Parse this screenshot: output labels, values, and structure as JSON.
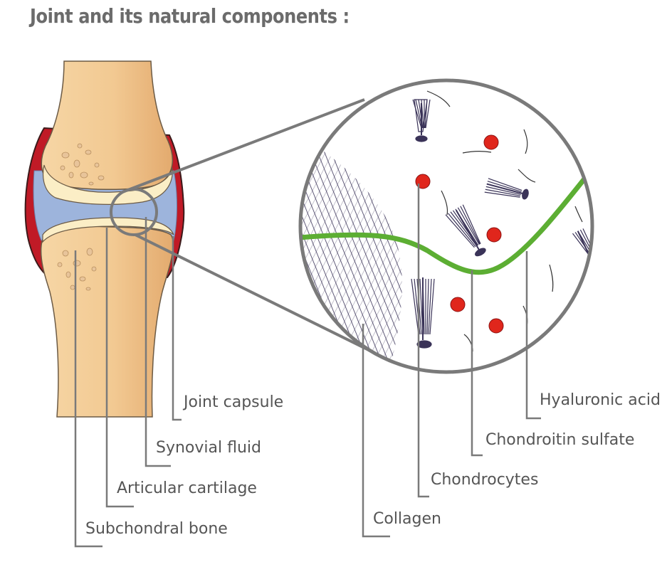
{
  "title": "Joint and its natural components :",
  "labels": {
    "joint_capsule": "Joint capsule",
    "synovial_fluid": "Synovial fluid",
    "articular_cartilage": "Articular cartilage",
    "subchondral_bone": "Subchondral bone",
    "hyaluronic_acid": "Hyaluronic acid",
    "chondroitin_sulfate": "Chondroitin sulfate",
    "chondrocytes": "Chondrocytes",
    "collagen": "Collagen"
  },
  "colors": {
    "bone": "#f2c992",
    "bone_outline": "#6b5a45",
    "capsule": "#c01a26",
    "synovial_fluid": "#9db4dc",
    "cartilage": "#fbeec6",
    "hyaluronic_acid": "#5cae33",
    "chondrocyte": "#e0261c",
    "collagen": "#3a3358",
    "leader": "#7a7a7a"
  }
}
